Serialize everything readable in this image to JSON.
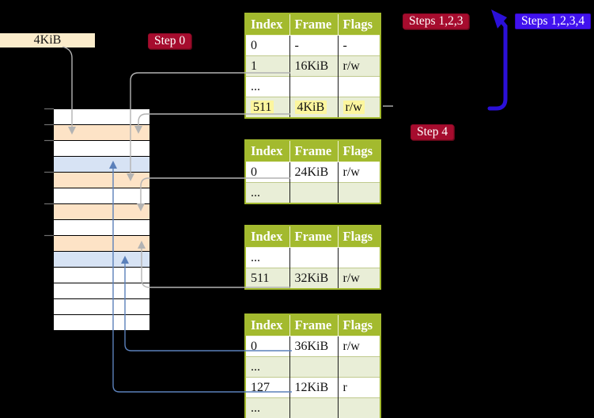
{
  "frame_label": {
    "text": "4KiB"
  },
  "badges": {
    "step0": {
      "label": "Step 0"
    },
    "steps123": {
      "label": "Steps 1,2,3"
    },
    "steps1234": {
      "label": "Steps 1,2,3,4"
    },
    "step4": {
      "label": "Step 4"
    }
  },
  "table_headers": [
    "Index",
    "Frame",
    "Flags"
  ],
  "tables": [
    {
      "id": "page-table-top",
      "rows": [
        {
          "cells": [
            "0",
            "-",
            "-"
          ],
          "shade": false,
          "highlight": false
        },
        {
          "cells": [
            "1",
            "16KiB",
            "r/w"
          ],
          "shade": true,
          "highlight": false
        },
        {
          "cells": [
            "...",
            "",
            ""
          ],
          "shade": false,
          "highlight": false
        },
        {
          "cells": [
            "511",
            "4KiB",
            "r/w"
          ],
          "shade": true,
          "highlight": true
        }
      ]
    },
    {
      "id": "page-table-second",
      "rows": [
        {
          "cells": [
            "0",
            "24KiB",
            "r/w"
          ],
          "shade": false,
          "highlight": false
        },
        {
          "cells": [
            "...",
            "",
            ""
          ],
          "shade": true,
          "highlight": false
        }
      ]
    },
    {
      "id": "page-table-third",
      "rows": [
        {
          "cells": [
            "...",
            "",
            ""
          ],
          "shade": false,
          "highlight": false
        },
        {
          "cells": [
            "511",
            "32KiB",
            "r/w"
          ],
          "shade": true,
          "highlight": false
        }
      ]
    },
    {
      "id": "page-table-bottom",
      "rows": [
        {
          "cells": [
            "0",
            "36KiB",
            "r/w"
          ],
          "shade": false,
          "highlight": false
        },
        {
          "cells": [
            "...",
            "",
            ""
          ],
          "shade": true,
          "highlight": false
        },
        {
          "cells": [
            "127",
            "12KiB",
            "r"
          ],
          "shade": false,
          "highlight": false
        },
        {
          "cells": [
            "...",
            "",
            ""
          ],
          "shade": true,
          "highlight": false
        }
      ]
    }
  ],
  "memory": {
    "rows": [
      "white",
      "peach",
      "white",
      "blue",
      "peach",
      "white",
      "peach",
      "white",
      "peach",
      "blue",
      "white",
      "white",
      "white",
      "white"
    ]
  },
  "colors": {
    "table_header_bg": "#a3ba2e",
    "table_shade_row": "#e9eed7",
    "highlight_yellow": "#fcf69e",
    "badge_red": "#a60c2e",
    "badge_blue": "#4112ee",
    "arrow_blue": "#2b10d8",
    "connector_gray": "#b3b3b3",
    "connector_steelblue": "#5b80ba",
    "mem_frame_peach": "#fde3c6",
    "mem_target_blue": "#d7e3f4",
    "frame_label_bg": "#fbeccb"
  }
}
